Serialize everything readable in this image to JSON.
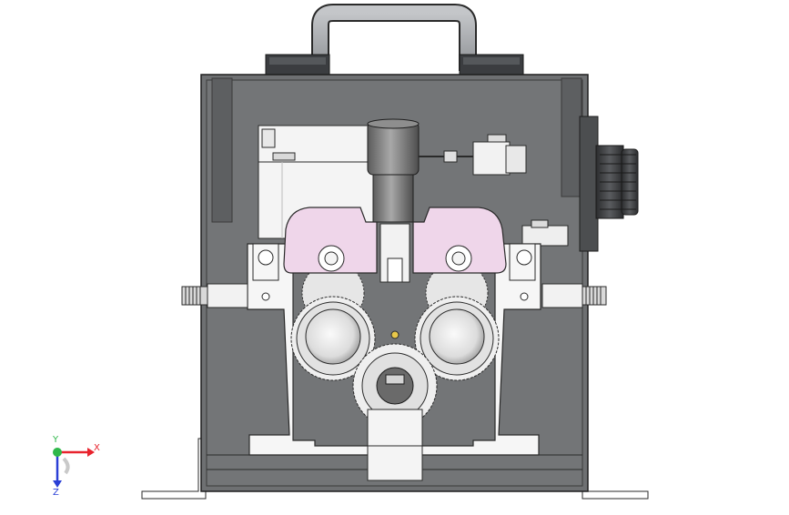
{
  "viewport": {
    "triad": {
      "x_label": "X",
      "y_label": "Y",
      "z_label": "Z",
      "x_color": "#e8232d",
      "y_color": "#2fb84a",
      "z_color": "#2a3fd6"
    },
    "colors": {
      "enclosure_glass": "#707274",
      "enclosure_dark": "#5a5c5e",
      "housing_light": "#f4f4f4",
      "outline": "#2a2a2a",
      "pressure_arm": "#efd6ea",
      "motor_barrel": "#7d7d7d",
      "handle": "#a6a9ad",
      "cable_gland": "#3d3f41"
    }
  }
}
